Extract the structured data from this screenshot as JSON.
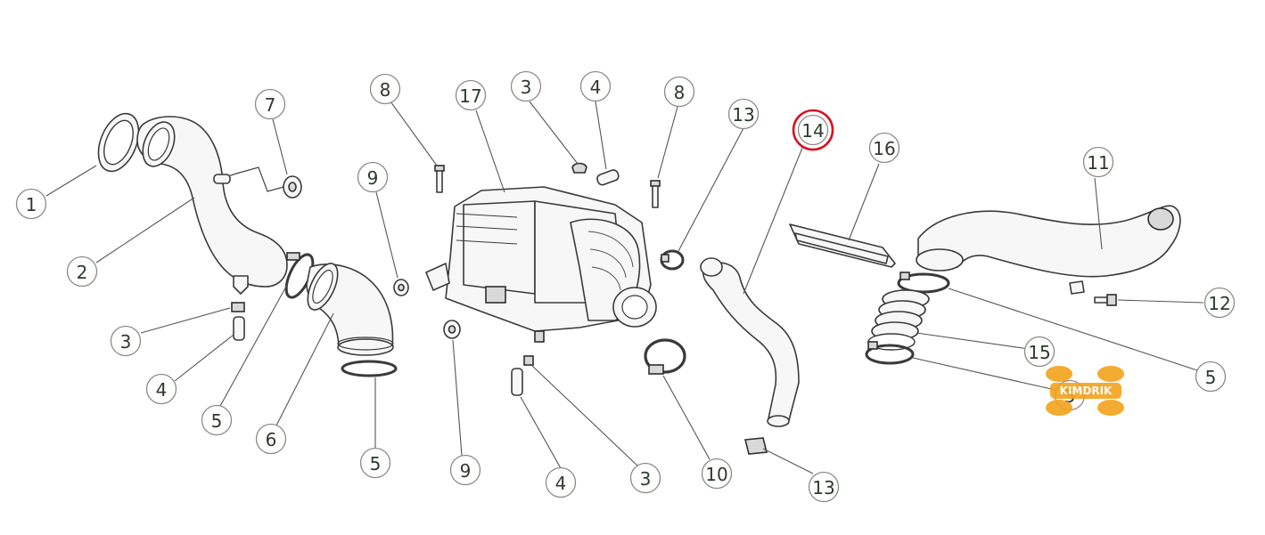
{
  "diagram": {
    "callouts": [
      {
        "id": "c1",
        "label": "1"
      },
      {
        "id": "c2",
        "label": "2"
      },
      {
        "id": "c3a",
        "label": "3"
      },
      {
        "id": "c4a",
        "label": "4"
      },
      {
        "id": "c5a",
        "label": "5"
      },
      {
        "id": "c6",
        "label": "6"
      },
      {
        "id": "c5b",
        "label": "5"
      },
      {
        "id": "c7",
        "label": "7"
      },
      {
        "id": "c8a",
        "label": "8"
      },
      {
        "id": "c9a",
        "label": "9"
      },
      {
        "id": "c9b",
        "label": "9"
      },
      {
        "id": "c17",
        "label": "17"
      },
      {
        "id": "c3b",
        "label": "3"
      },
      {
        "id": "c4b",
        "label": "4"
      },
      {
        "id": "c8b",
        "label": "8"
      },
      {
        "id": "c4c",
        "label": "4"
      },
      {
        "id": "c3c",
        "label": "3"
      },
      {
        "id": "c13a",
        "label": "13"
      },
      {
        "id": "c10",
        "label": "10"
      },
      {
        "id": "c13b",
        "label": "13"
      },
      {
        "id": "c14",
        "label": "14"
      },
      {
        "id": "c16",
        "label": "16"
      },
      {
        "id": "c11",
        "label": "11"
      },
      {
        "id": "c12",
        "label": "12"
      },
      {
        "id": "c15",
        "label": "15"
      },
      {
        "id": "c5c",
        "label": "5"
      },
      {
        "id": "c5d",
        "label": "5"
      }
    ],
    "highlighted_callout": "14",
    "highlight_color": "#d8101e",
    "watermark": {
      "text": "KIMDRIK",
      "color": "#f2a31b"
    }
  }
}
